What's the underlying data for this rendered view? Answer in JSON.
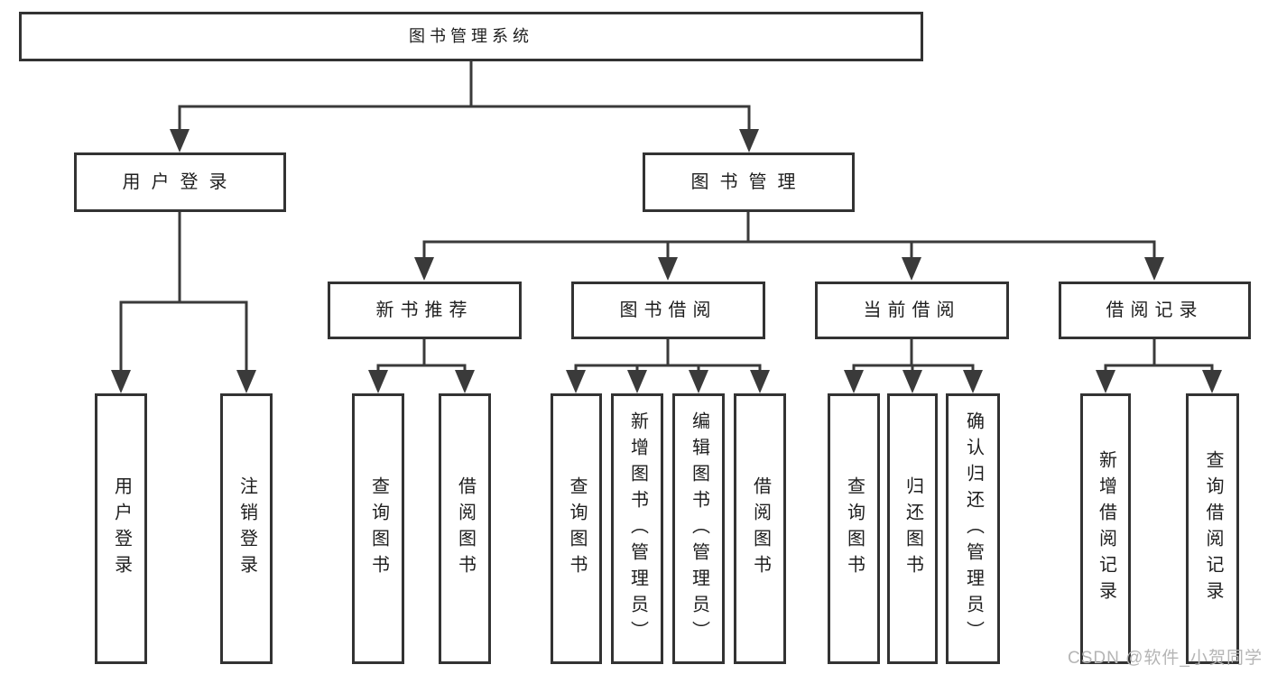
{
  "tree": {
    "label": "图书管理系统",
    "children": [
      {
        "label": "用户登录",
        "children": [
          {
            "label": "用户登录"
          },
          {
            "label": "注销登录"
          }
        ]
      },
      {
        "label": "图书管理",
        "children": [
          {
            "label": "新书推荐",
            "children": [
              {
                "label": "查询图书"
              },
              {
                "label": "借阅图书"
              }
            ]
          },
          {
            "label": "图书借阅",
            "children": [
              {
                "label": "查询图书"
              },
              {
                "label": "新增图书（管理员）"
              },
              {
                "label": "编辑图书（管理员）"
              },
              {
                "label": "借阅图书"
              }
            ]
          },
          {
            "label": "当前借阅",
            "children": [
              {
                "label": "查询图书"
              },
              {
                "label": "归还图书"
              },
              {
                "label": "确认归还（管理员）"
              }
            ]
          },
          {
            "label": "借阅记录",
            "children": [
              {
                "label": "新增借阅记录"
              },
              {
                "label": "查询借阅记录"
              }
            ]
          }
        ]
      }
    ]
  },
  "watermark": "CSDN @软件_小贺同学",
  "colors": {
    "line": "#3a3a3a",
    "border": "#333333",
    "text": "#1e1e1e",
    "watermark": "#b5b5b5",
    "background": "#ffffff"
  }
}
